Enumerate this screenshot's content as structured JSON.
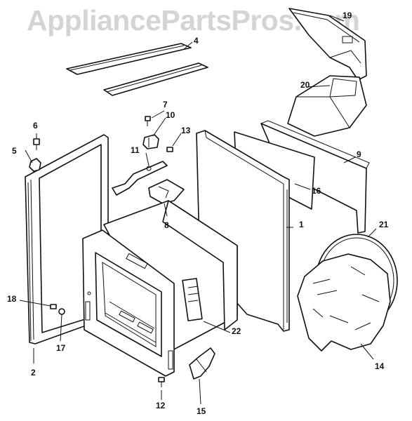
{
  "watermark": "AppliancePartsPros.com",
  "callouts": {
    "c1": "1",
    "c2": "2",
    "c4": "4",
    "c5": "5",
    "c6": "6",
    "c7": "7",
    "c8": "8",
    "c9": "9",
    "c10": "10",
    "c11": "11",
    "c12": "12",
    "c13": "13",
    "c14": "14",
    "c15": "15",
    "c16": "16",
    "c17": "17",
    "c18": "18",
    "c19": "19",
    "c20": "20",
    "c21": "21",
    "c22": "22"
  }
}
